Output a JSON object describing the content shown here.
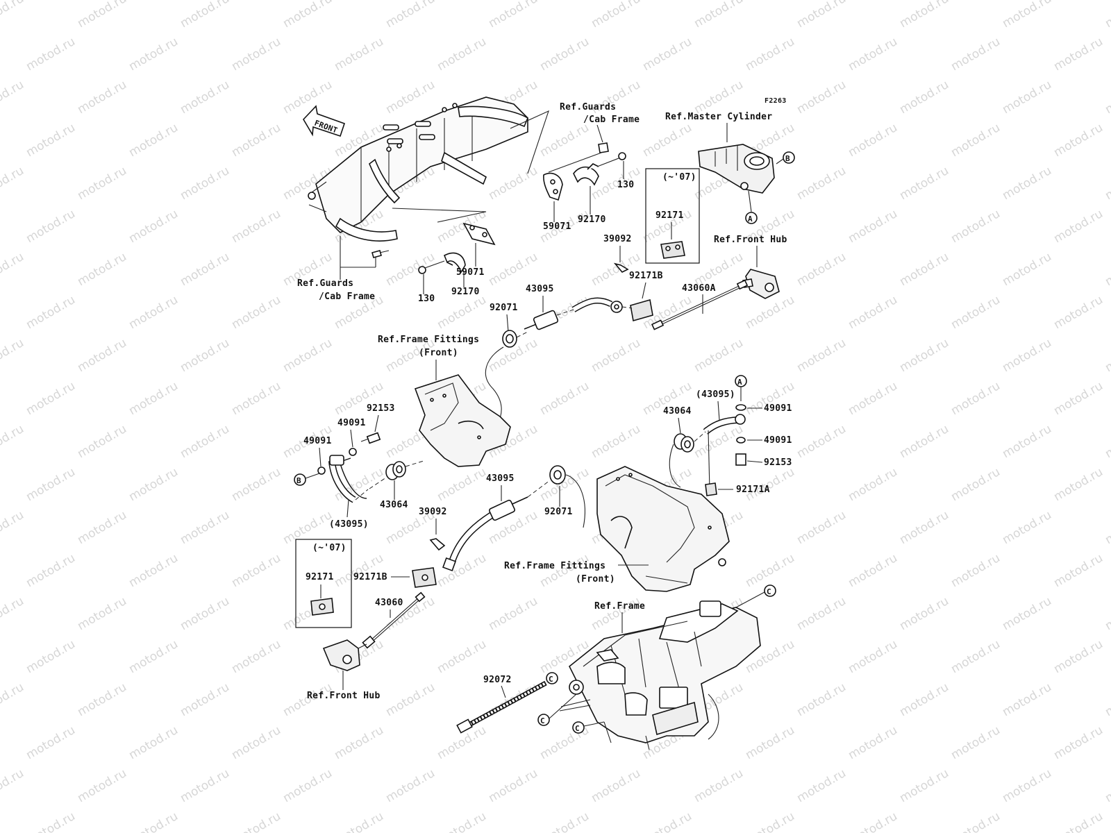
{
  "watermark": "motod.ru",
  "figure_code": "F2263",
  "direction_arrow": "FRONT",
  "labels": {
    "ref_guards_cab_frame_l1": "Ref.Guards",
    "ref_guards_cab_frame_l2": "/Cab Frame",
    "ref_master_cylinder": "Ref.Master Cylinder",
    "ref_front_hub": "Ref.Front Hub",
    "ref_frame_fittings_l1": "Ref.Frame Fittings",
    "ref_frame_fittings_l2": "(Front)",
    "ref_frame": "Ref.Frame",
    "year_range": "(~'07)"
  },
  "callouts": {
    "A": "A",
    "B": "B",
    "C": "C"
  },
  "parts": {
    "p130": "130",
    "p59071": "59071",
    "p92170": "92170",
    "p39092": "39092",
    "p92171": "92171",
    "p92171A": "92171A",
    "p92171B": "92171B",
    "p43095": "43095",
    "p43095_ref": "(43095)",
    "p43060A": "43060A",
    "p43060": "43060",
    "p92071": "92071",
    "p92153": "92153",
    "p49091": "49091",
    "p43064": "43064",
    "p92072": "92072"
  }
}
